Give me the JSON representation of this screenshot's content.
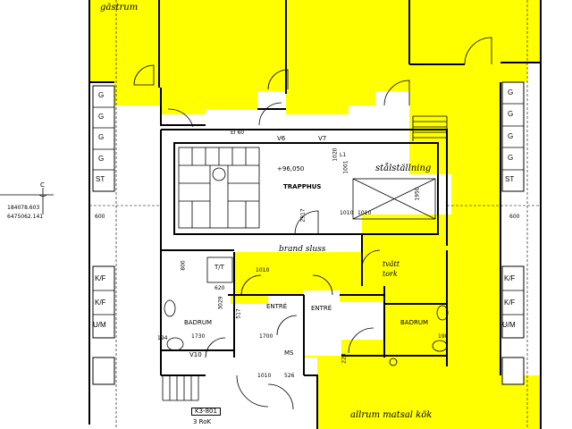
{
  "colors": {
    "highlight": "#FFFF00",
    "line": "#000000",
    "background": "#FFFFFF"
  },
  "rooms": {
    "gastrum": "gästrum",
    "trapphus": "TRAPPHUS",
    "stalstallning": "stålställning",
    "brand_sluss": "brand sluss",
    "bad_left": "BADRUM",
    "bad_right": "BADRUM",
    "entre_left": "ENTRÉ",
    "entre_right": "ENTRÉ",
    "tvatt": "tvätt",
    "tork": "tork",
    "allrum": "allrum matsal kök"
  },
  "labels": {
    "level": "+96,050",
    "tt": "T/T",
    "ms": "MS",
    "v6": "V6",
    "v7": "V7",
    "v10": "V10",
    "apt_code": "K3-801",
    "apt_rok": "3 RoK",
    "l1": "L1",
    "ei60": "EI 60"
  },
  "coords": {
    "line1": "184078.603",
    "line2": "6475062.141"
  },
  "north_letter": "C",
  "left_cabinets": [
    "G",
    "G",
    "G",
    "G",
    "ST"
  ],
  "right_cabinets": [
    "G",
    "G",
    "G",
    "G",
    "ST"
  ],
  "left_lower_cabinets": [
    "K/F",
    "K/F",
    "U/M"
  ],
  "right_lower_cabinets": [
    "K/F",
    "K/F",
    "U/M"
  ],
  "dims": {
    "d600l": "600",
    "d600r": "600",
    "d1010a": "1010",
    "d1010b": "1010",
    "d1010c": "1010",
    "d3029": "3029",
    "d1730": "1730",
    "d1700": "1700",
    "d517": "517",
    "d526": "526",
    "d620": "620",
    "d800": "800",
    "d2917": "2917",
    "d1950": "1950",
    "d1001": "1001",
    "d1020": "1020",
    "d223": "223",
    "d194": "194",
    "d190": "190",
    "d1010d": "1010"
  }
}
